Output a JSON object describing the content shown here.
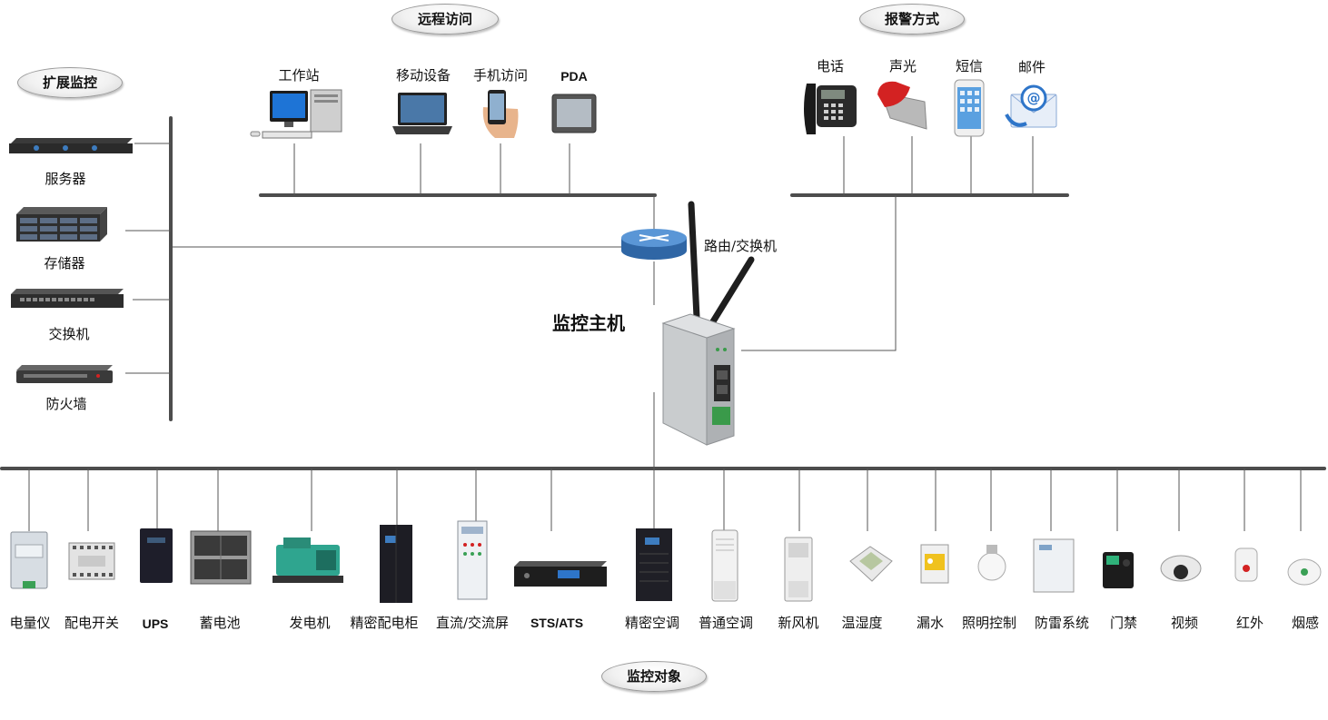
{
  "sections": {
    "remote": "远程访问",
    "alarm": "报警方式",
    "extend": "扩展监控",
    "objects": "监控对象"
  },
  "host_label": "监控主机",
  "router_label": "路由/交换机",
  "remote_devices": [
    "工作站",
    "移动设备",
    "手机访问",
    "PDA"
  ],
  "alarm_methods": [
    "电话",
    "声光",
    "短信",
    "邮件"
  ],
  "extend_devices": [
    "服务器",
    "存储器",
    "交换机",
    "防火墙"
  ],
  "monitored_objects": [
    "电量仪",
    "配电开关",
    "UPS",
    "蓄电池",
    "发电机",
    "精密配电柜",
    "直流/交流屏",
    "STS/ATS",
    "精密空调",
    "普通空调",
    "新风机",
    "温湿度",
    "漏水",
    "照明控制",
    "防雷系统",
    "门禁",
    "视频",
    "红外",
    "烟感"
  ],
  "colors": {
    "bus": "#4d4d4d",
    "line": "#555555",
    "router": "#3d7cbf",
    "alarm_red": "#d32222"
  }
}
